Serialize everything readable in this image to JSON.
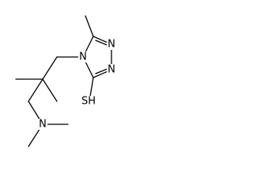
{
  "molecule": {
    "atom_labels": {
      "n_ring_top": "N",
      "n_ring_right": "N",
      "n_ring_bottom": "N",
      "thiol": "SH",
      "n_amine": "N"
    },
    "colors": {
      "bond": "#000000",
      "label": "#000000",
      "background": "#ffffff"
    }
  }
}
